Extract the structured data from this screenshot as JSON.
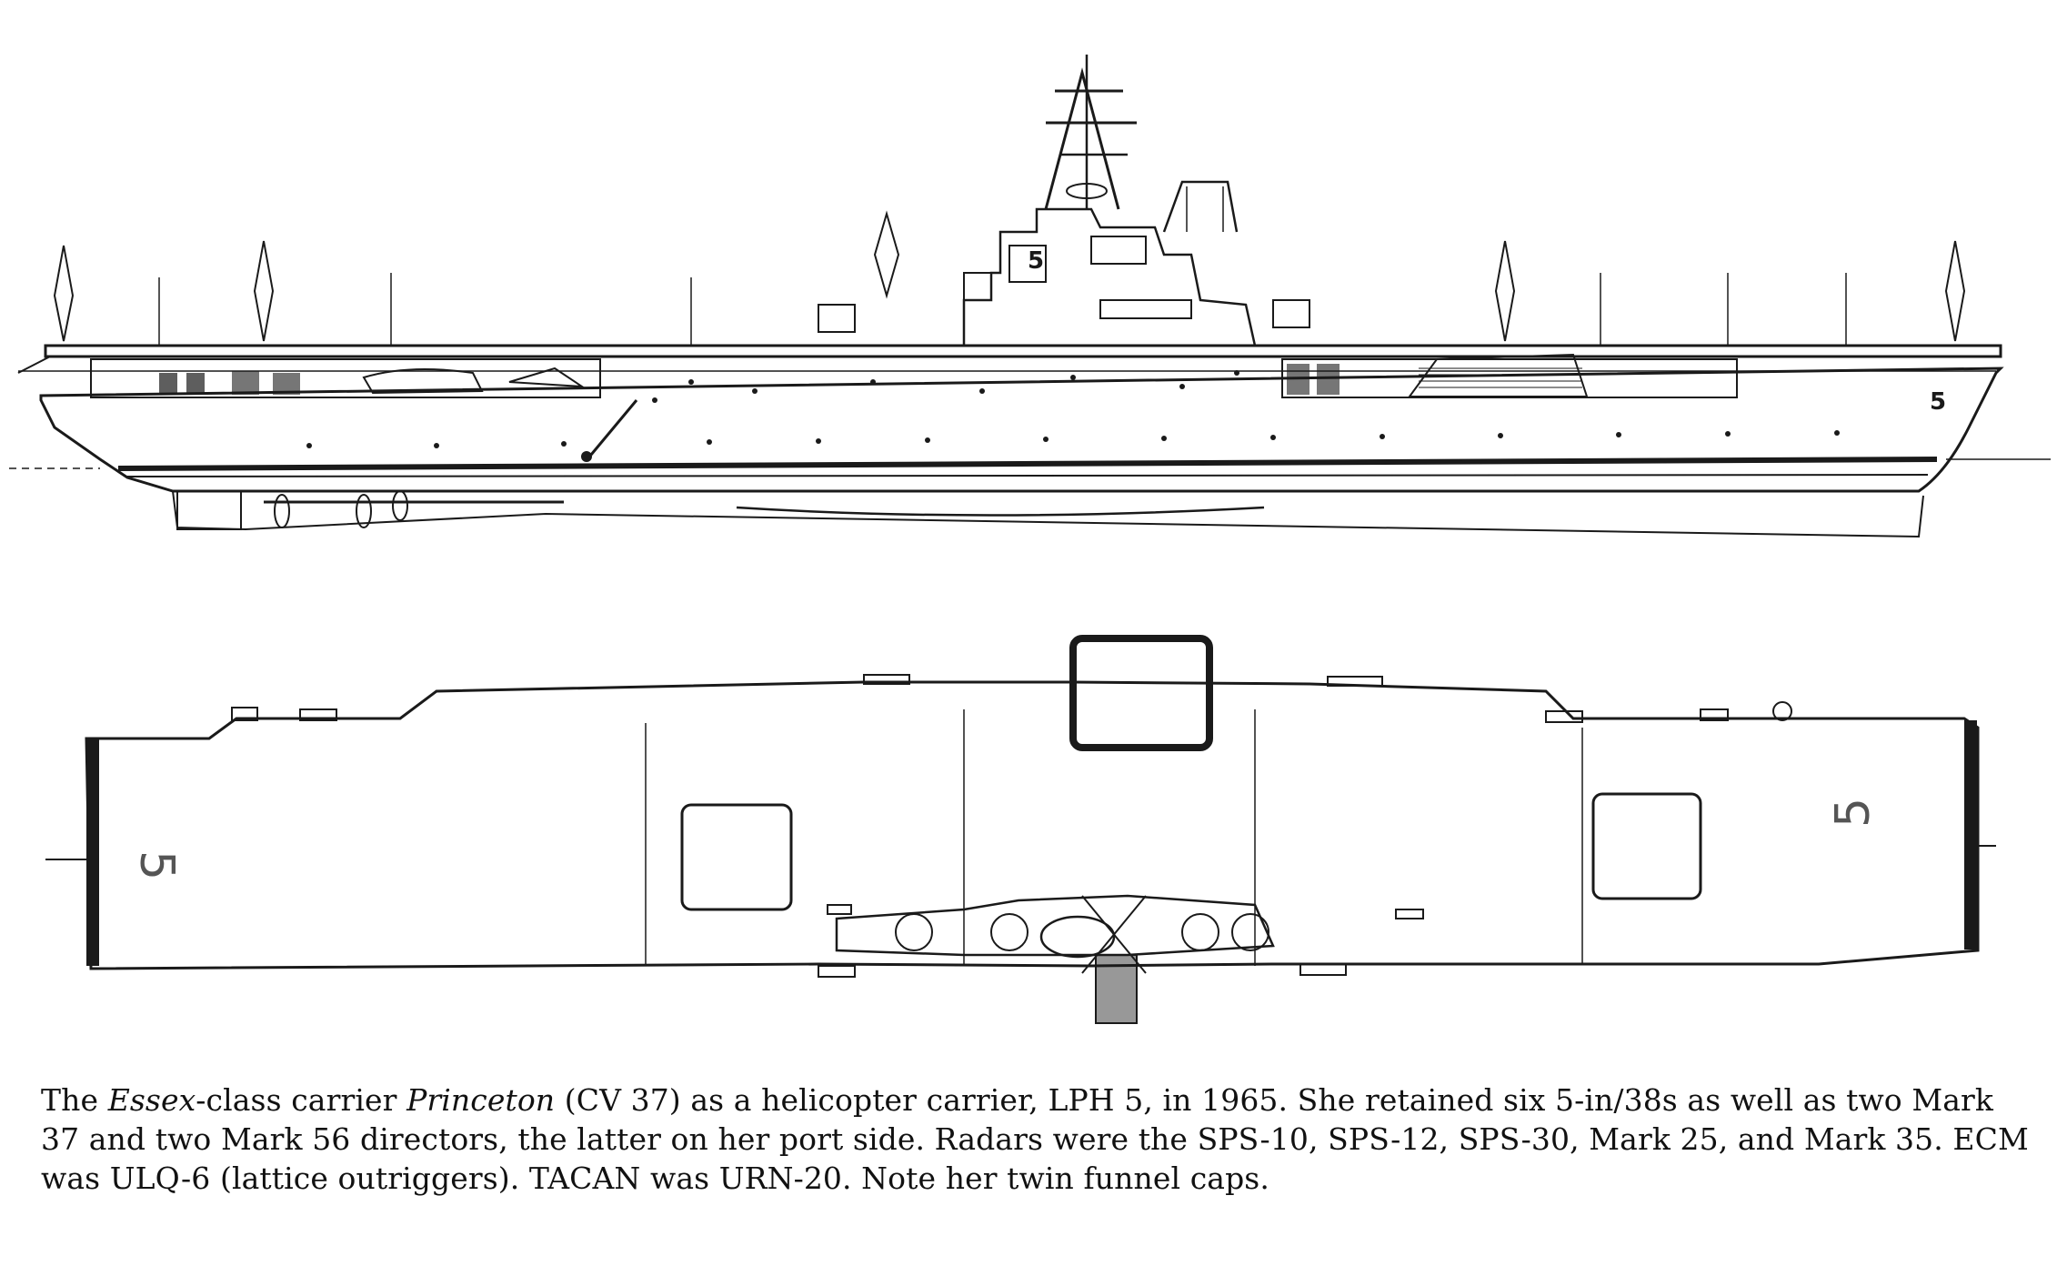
{
  "figure": {
    "hull_number_profile": "5",
    "hull_number_deck_bow": "5",
    "hull_number_deck_stern": "5"
  },
  "caption": {
    "part1": "The ",
    "italic1": "Essex",
    "part2": "-class carrier ",
    "italic2": "Princeton",
    "part3": " (CV 37) as a helicopter carrier, LPH 5, in 1965. She retained six 5-in/38s as well as two Mark 37 and two Mark 56 directors, the latter on  her port side. Radars were the SPS-10, SPS-12, SPS-30, Mark 25, and Mark 35. ECM was ULQ-6 (lattice outriggers). TACAN was URN-20. Note her twin funnel caps."
  },
  "colors": {
    "ink": "#1a1a1a",
    "paper": "#ffffff"
  }
}
